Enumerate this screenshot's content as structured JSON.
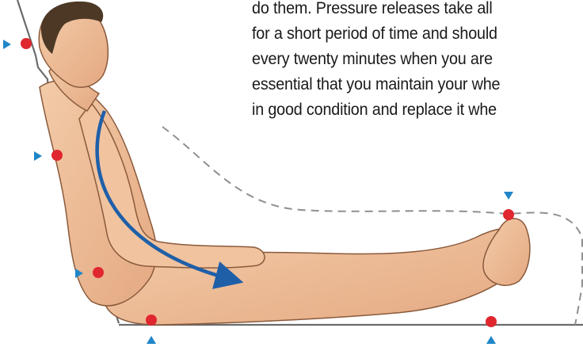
{
  "paragraph": {
    "lines": [
      "do them. Pressure releases take all",
      "for a short period of time and should",
      "every twenty minutes when you are",
      "essential that you maintain your whe",
      "in good condition and replace it whe"
    ]
  },
  "figure": {
    "pressure_point_color": "#e0262f",
    "marker_color": "#1f86c8",
    "arrow_color": "#1f5fa8",
    "skin_color": "#f0c4a0",
    "pressure_points": [
      "head",
      "shoulder-blade",
      "elbow-hip",
      "sacrum",
      "heel-bottom",
      "heel-top"
    ]
  }
}
